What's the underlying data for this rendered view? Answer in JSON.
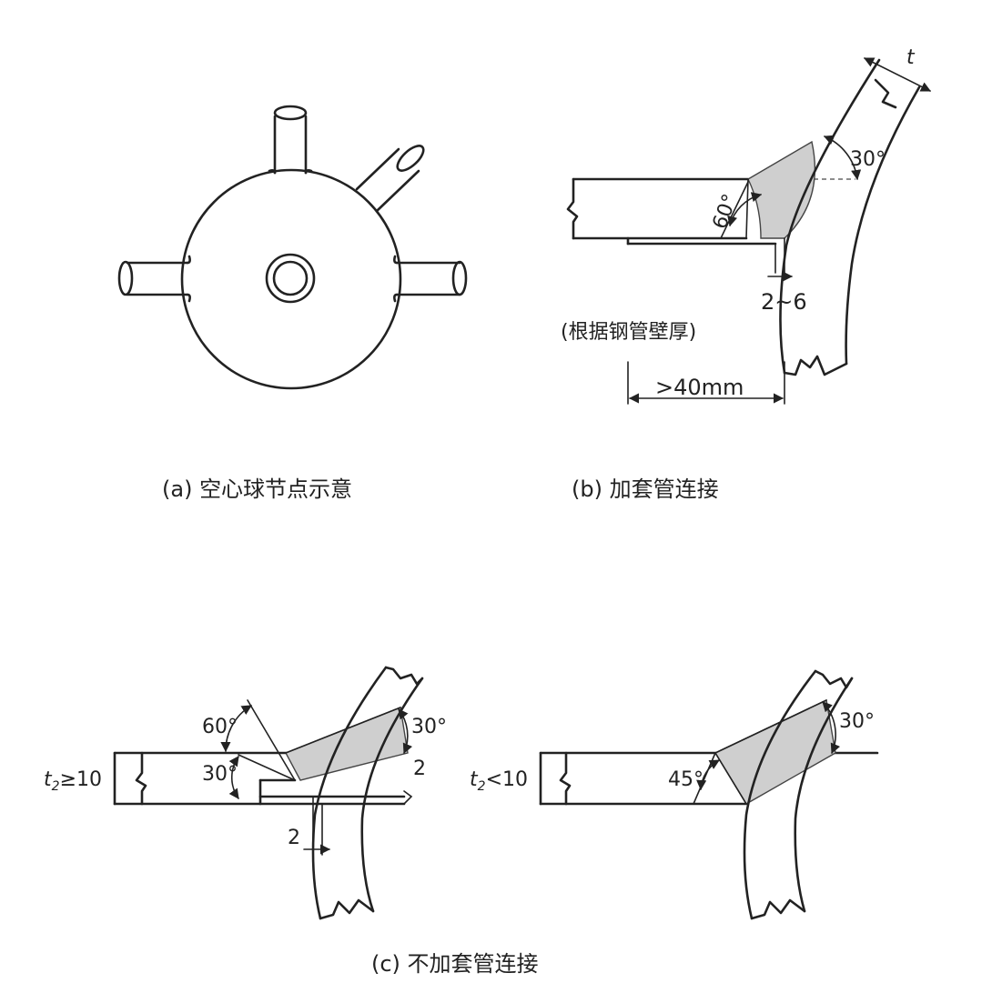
{
  "captions": {
    "a": "(a) 空心球节点示意",
    "b": "(b) 加套管连接",
    "c": "(c) 不加套管连接"
  },
  "panel_b": {
    "note": "(根据钢管壁厚)",
    "gap": "2~6",
    "length": ">40mm",
    "angle_bevel": "60°",
    "angle_tilt": "30°",
    "thickness": "t"
  },
  "panel_c_left": {
    "condition_sym": "t",
    "condition_sub": "2",
    "condition_rel": "≥10",
    "angle_top": "60°",
    "angle_bottom": "30°",
    "angle_tilt": "30°",
    "gap_right": "2",
    "gap_bottom": "2"
  },
  "panel_c_right": {
    "condition_sym": "t",
    "condition_sub": "2",
    "condition_rel": "<10",
    "angle_bevel": "45°",
    "angle_tilt": "30°"
  }
}
